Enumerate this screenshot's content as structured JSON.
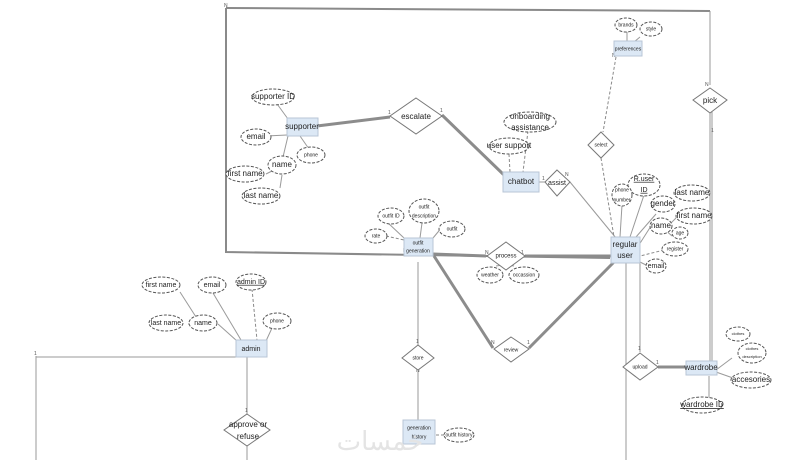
{
  "diagram": {
    "type": "ER diagram",
    "entities": {
      "supporter": "supporter",
      "chatbot": "chatbot",
      "preferences": "preferences",
      "regular_user_l1": "regular",
      "regular_user_l2": "user",
      "outfit_generation_l1": "outfit",
      "outfit_generation_l2": "generation",
      "admin": "admin",
      "generation_history_l1": "generation",
      "generation_history_l2": "history",
      "wardrobe": "wardrobe"
    },
    "relationships": {
      "escalate": "escalate",
      "assist": "assist",
      "select": "select",
      "pick": "pick",
      "process": "process",
      "review": "review",
      "store": "store",
      "upload": "upload",
      "approve_l1": "approve or",
      "approve_l2": "refuse"
    },
    "attributes": {
      "supporter_id": "supporter ID",
      "supporter_email": "email",
      "supporter_phone": "phone",
      "supporter_name": "name",
      "supporter_first_name": "first name",
      "supporter_last_name": "last name",
      "onboarding_l1": "onboarding",
      "onboarding_l2": "assistance",
      "user_support": "user support",
      "brands": "brands",
      "style": "style",
      "ruser_id_l1": "R.user",
      "ruser_id_l2": "ID",
      "phone_number_l1": "phone",
      "phone_number_l2": "number",
      "gender": "gender",
      "user_last_name": "last name",
      "user_first_name": "first name",
      "user_name": "name",
      "age": "age",
      "register": "register",
      "user_email": "email",
      "outfit_id": "outfit ID",
      "outfit_desc_l1": "outfit",
      "outfit_desc_l2": "description",
      "outfit": "outfit",
      "rate": "rate",
      "weather": "weather",
      "occassion": "occassion",
      "admin_first_name": "first name",
      "admin_email": "email",
      "admin_id": "admin ID",
      "admin_last_name": "last name",
      "admin_name": "name",
      "admin_phone": "phone",
      "outfit_history": "outfit history",
      "clothes": "clothes",
      "clothes_desc_l1": "clothes",
      "clothes_desc_l2": "description",
      "accesories": "accesories",
      "wardrobe_id": "wardrobe ID"
    },
    "cardinalities": {
      "one": "1",
      "many": "N"
    },
    "watermark": "خمسات"
  }
}
